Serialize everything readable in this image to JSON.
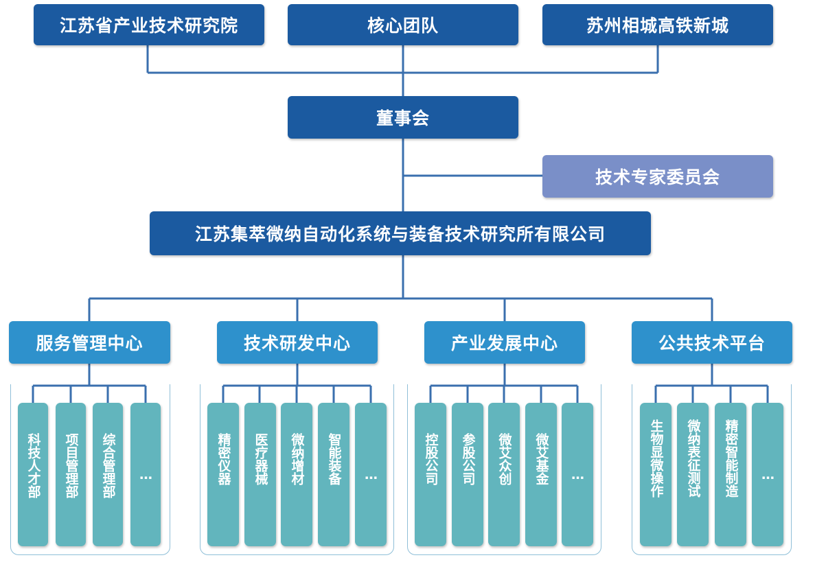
{
  "top": [
    "江苏省产业技术研究院",
    "核心团队",
    "苏州相城高铁新城"
  ],
  "board": "董事会",
  "committee": "技术专家委员会",
  "company": "江苏集萃微纳自动化系统与装备技术研究所有限公司",
  "groups": [
    {
      "title": "服务管理中心",
      "items": [
        "科技人才部",
        "项目管理部",
        "综合管理部",
        "…"
      ]
    },
    {
      "title": "技术研发中心",
      "items": [
        "精密仪器",
        "医疗器械",
        "微纳增材",
        "智能装备",
        "…"
      ]
    },
    {
      "title": "产业发展中心",
      "items": [
        "控股公司",
        "参股公司",
        "微艾众创",
        "微艾基金",
        "…"
      ]
    },
    {
      "title": "公共技术平台",
      "items": [
        "生物显微操作",
        "微纳表征测试",
        "精密智能制造",
        "…"
      ]
    }
  ],
  "colors": {
    "dark": "#1b5aa0",
    "center": "#2e91cc",
    "leaf": "#62b5bd",
    "committee": "#7a8fc8",
    "line": "#3a6fae"
  }
}
